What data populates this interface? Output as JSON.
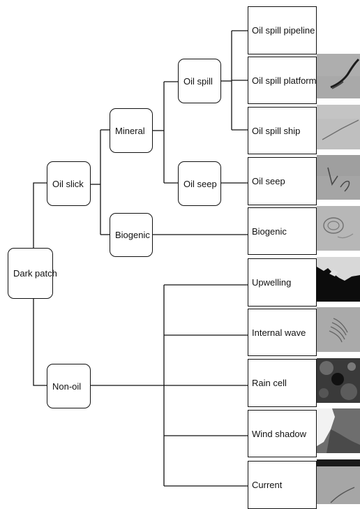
{
  "root": {
    "label": "Dark patch"
  },
  "level1": {
    "oil_slick": "Oil slick",
    "non_oil": "Non-oil"
  },
  "level2": {
    "mineral": "Mineral",
    "biogenic": "Biogenic"
  },
  "level3": {
    "oil_spill": "Oil spill",
    "oil_seep": "Oil seep"
  },
  "leaves": [
    {
      "label": "Oil spill pipeline",
      "image": "none"
    },
    {
      "label": "Oil spill platform",
      "image": "sar-oil-spill-platform-thumbnail"
    },
    {
      "label": "Oil spill ship",
      "image": "sar-oil-spill-ship-thumbnail"
    },
    {
      "label": "Oil seep",
      "image": "sar-oil-seep-thumbnail"
    },
    {
      "label": "Biogenic",
      "image": "sar-biogenic-thumbnail"
    },
    {
      "label": "Upwelling",
      "image": "sar-upwelling-thumbnail"
    },
    {
      "label": "Internal wave",
      "image": "sar-internal-wave-thumbnail"
    },
    {
      "label": "Rain cell",
      "image": "sar-rain-cell-thumbnail"
    },
    {
      "label": "Wind shadow",
      "image": "sar-wind-shadow-thumbnail"
    },
    {
      "label": "Current",
      "image": "sar-current-thumbnail"
    }
  ]
}
